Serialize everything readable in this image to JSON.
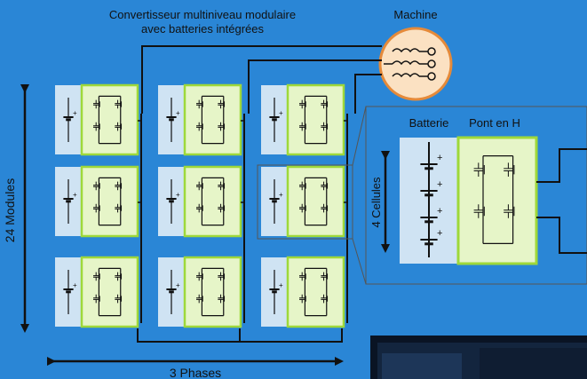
{
  "title_line1": "Convertisseur multiniveau modulaire",
  "title_line2": "avec batteries intégrées",
  "machine_label": "Machine",
  "modules_label": "24 Modules",
  "phases_label": "3 Phases",
  "cells_label": "4 Cellules",
  "battery_label": "Batterie",
  "bridge_label": "Pont en H",
  "plus_sign": "+",
  "colors": {
    "background": "#2a86d6",
    "battery_fill": "#cfe3f3",
    "bridge_fill": "#e6f5c8",
    "bridge_border": "#9ed83a",
    "machine_fill": "#fbe1c2",
    "machine_border": "#e58a3a",
    "wire": "#111111"
  },
  "icons": [
    "battery-icon",
    "h-bridge-icon",
    "motor-coil-icon",
    "arrow-icon"
  ]
}
